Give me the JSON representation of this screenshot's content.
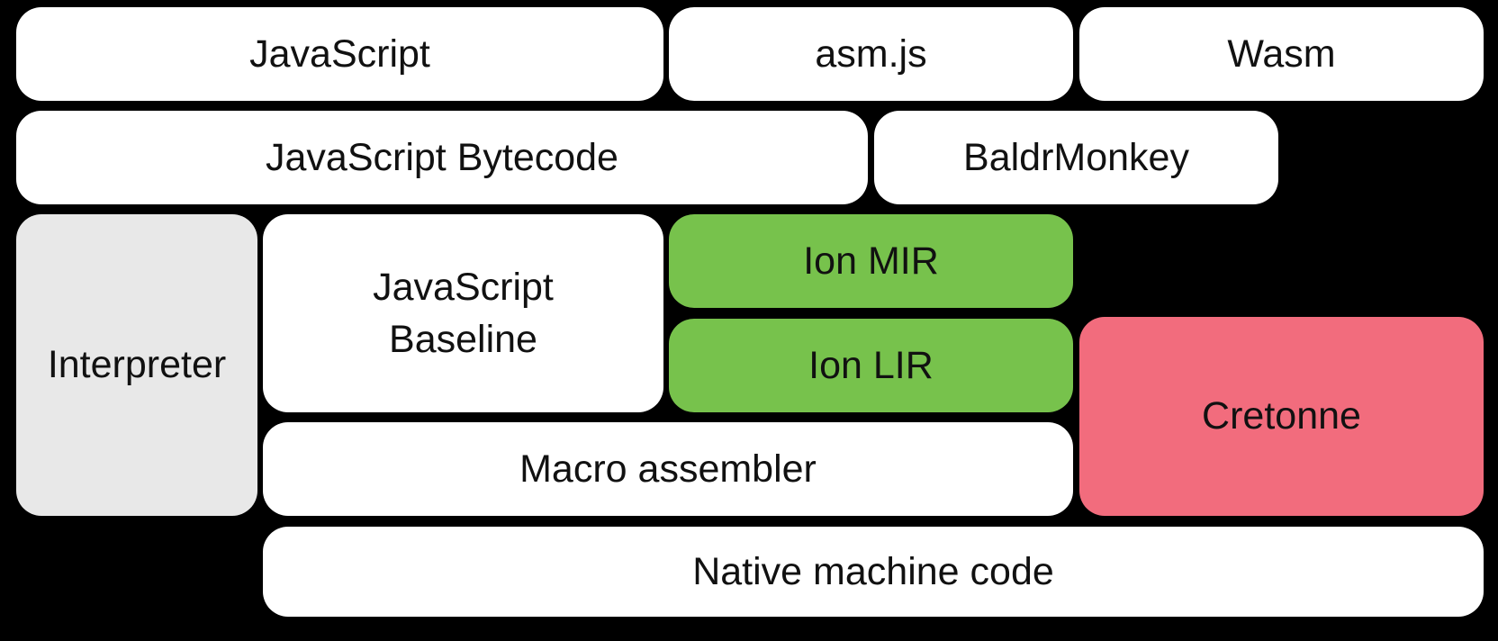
{
  "diagram": {
    "background": "#000000",
    "text_color": "#111111",
    "colors": {
      "plain": "#ffffff",
      "interpreter": "#e8e8e8",
      "ion": "#77c24c",
      "cretonne": "#f26c7d"
    },
    "nodes": {
      "javascript": {
        "label": "JavaScript"
      },
      "asmjs": {
        "label": "asm.js"
      },
      "wasm": {
        "label": "Wasm"
      },
      "bytecode": {
        "label": "JavaScript Bytecode"
      },
      "baldrmonkey": {
        "label": "BaldrMonkey"
      },
      "interpreter": {
        "label": "Interpreter"
      },
      "baseline": {
        "label": "JavaScript Baseline"
      },
      "ion_mir": {
        "label": "Ion MIR"
      },
      "ion_lir": {
        "label": "Ion LIR"
      },
      "cretonne": {
        "label": "Cretonne"
      },
      "macro_assembler": {
        "label": "Macro assembler"
      },
      "native_code": {
        "label": "Native machine code"
      }
    }
  }
}
